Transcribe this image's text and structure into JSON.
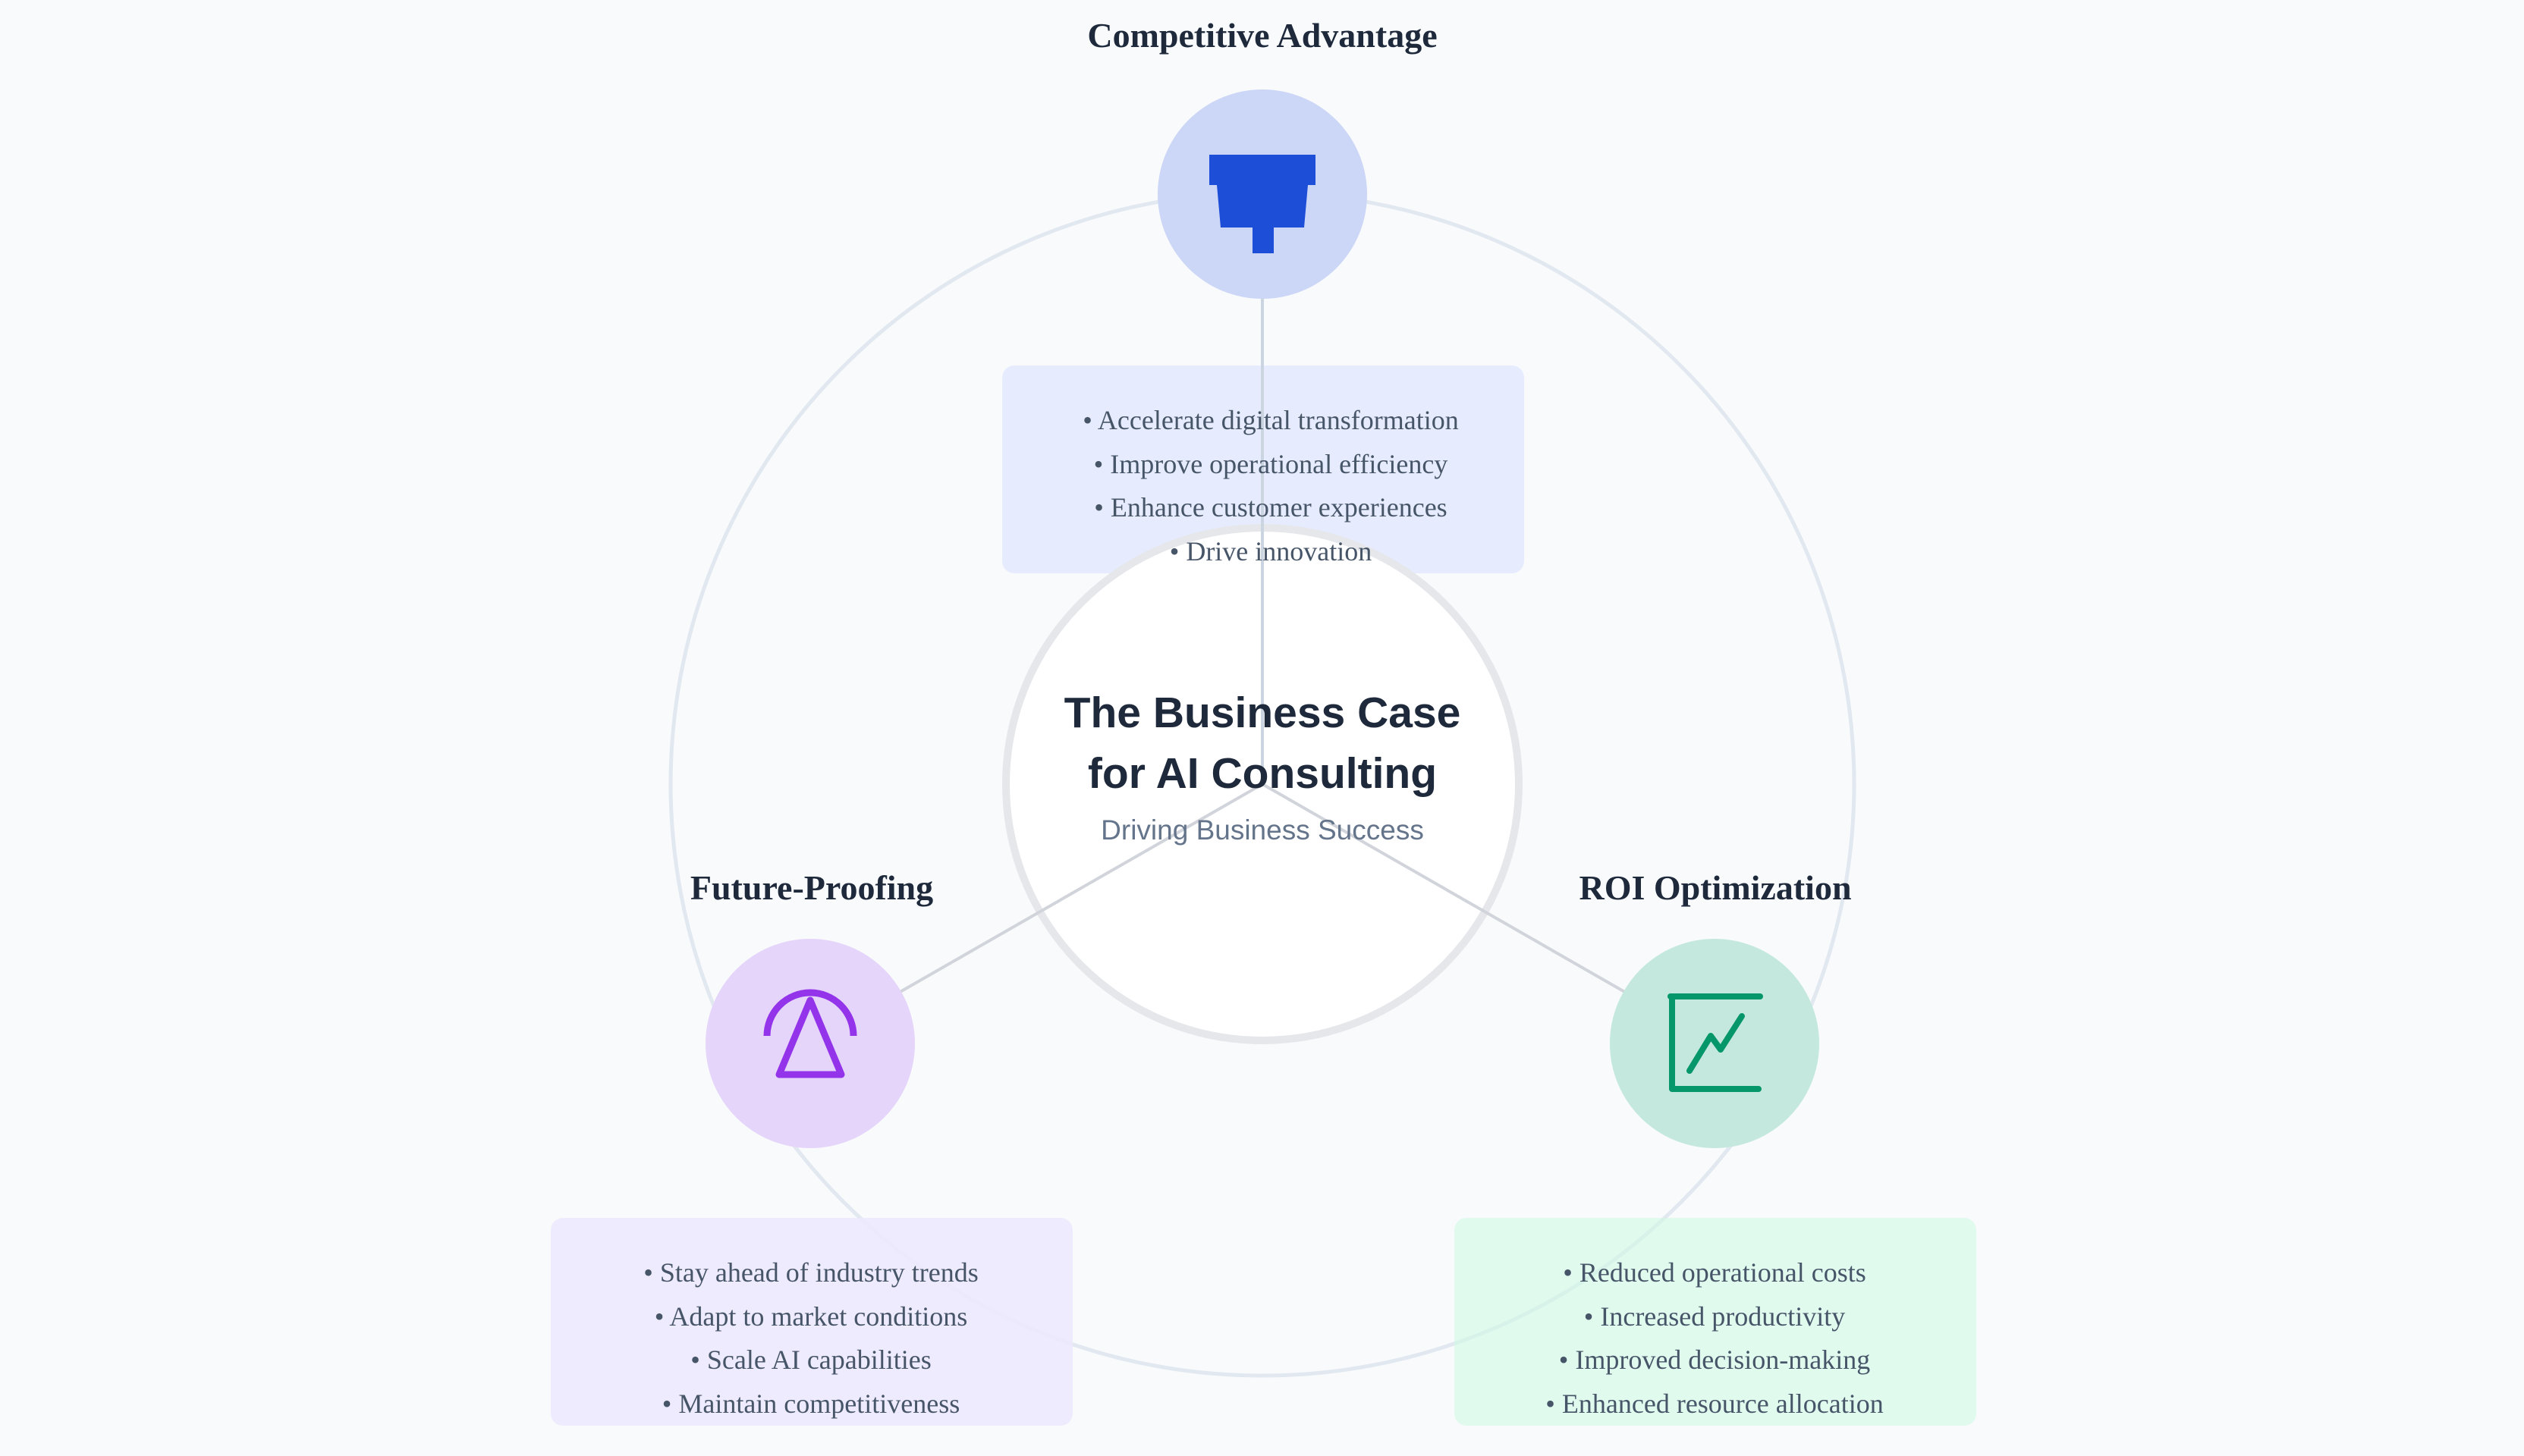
{
  "center": {
    "title_line1": "The Business Case",
    "title_line2": "for AI Consulting",
    "subtitle": "Driving Business Success"
  },
  "pillars": [
    {
      "title": "Competitive Advantage",
      "icon": "trophy-icon",
      "color": "#1d4ed8",
      "bullets": [
        "• Accelerate digital transformation",
        "• Improve operational efficiency",
        "• Enhance customer experiences",
        "• Drive innovation"
      ]
    },
    {
      "title": "Future-Proofing",
      "icon": "radar-icon",
      "color": "#9333ea",
      "bullets": [
        "• Stay ahead of industry trends",
        "• Adapt to market conditions",
        "• Scale AI capabilities",
        "• Maintain competitiveness"
      ]
    },
    {
      "title": "ROI Optimization",
      "icon": "chart-icon",
      "color": "#059669",
      "bullets": [
        "• Reduced operational costs",
        "• Increased productivity",
        "• Improved decision-making",
        "• Enhanced resource allocation"
      ]
    }
  ]
}
